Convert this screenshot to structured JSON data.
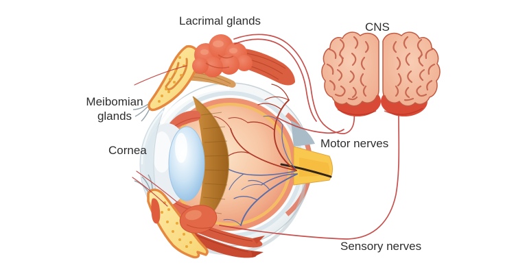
{
  "diagram": {
    "labels": {
      "lacrimal_glands": "Lacrimal glands",
      "cns": "CNS",
      "meibomian_line1": "Meibomian",
      "meibomian_line2": "glands",
      "cornea": "Cornea",
      "motor_nerves": "Motor nerves",
      "sensory_nerves": "Sensory nerves"
    },
    "colors": {
      "background": "#ffffff",
      "label_text": "#2d2d2d",
      "sclera": "#eef2f4",
      "sclera_edge": "#c6d1d6",
      "choroid_ring": "#ed9273",
      "retina_ring": "#f4bc64",
      "vitreous": "#f7c6a4",
      "artery": "#ae3a28",
      "vein": "#5d6da6",
      "lens": "#aed3ee",
      "iris_brown": "#b9762a",
      "eyelid_fill": "#fbe293",
      "eyelid_border": "#e5873f",
      "lacrimal_gland": "#e96a4a",
      "muscle": "#d95f43",
      "brain_fill": "#f4bca1",
      "brain_line": "#c05a42",
      "cerebellum": "#d84936",
      "nerve_line": "#c2403c",
      "optic_nerve": "#f8c84e"
    }
  }
}
